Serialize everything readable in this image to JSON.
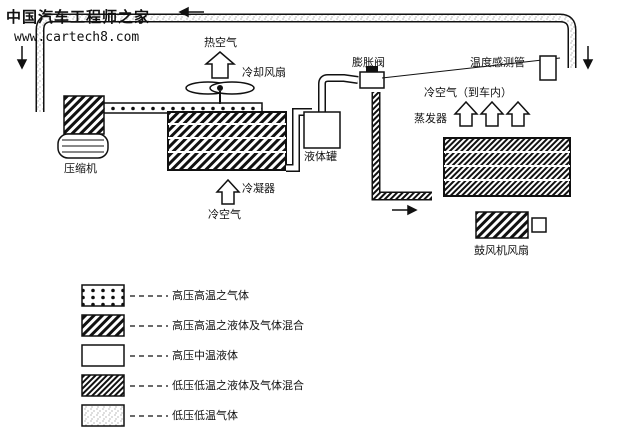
{
  "watermark": {
    "site_name": "中国汽车工程师之家",
    "url": "www.cartech8.com"
  },
  "labels": {
    "hot_air": "热空气",
    "cooling_fan": "冷却风扇",
    "expansion_valve": "膨胀阀",
    "temp_sensing_tube": "温度感测管",
    "cold_air_to_cabin": "冷空气（到车内）",
    "evaporator": "蒸发器",
    "compressor": "压缩机",
    "receiver_drier": "液体罐",
    "condenser": "冷凝器",
    "cold_air": "冷空气",
    "blower_fan": "鼓风机风扇"
  },
  "legend": [
    {
      "pattern": "dots",
      "label": "高压高温之气体"
    },
    {
      "pattern": "hatch-wide",
      "label": "高压高温之液体及气体混合"
    },
    {
      "pattern": "blank",
      "label": "高压中温液体"
    },
    {
      "pattern": "hatch-dense",
      "label": "低压低温之液体及气体混合"
    },
    {
      "pattern": "speckle",
      "label": "低压低温气体"
    }
  ]
}
